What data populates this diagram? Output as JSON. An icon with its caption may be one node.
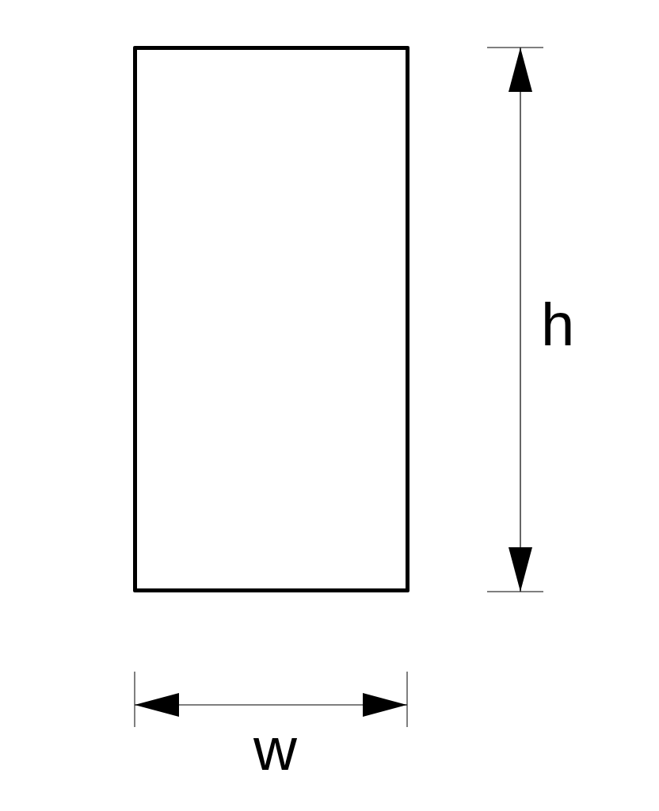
{
  "diagram": {
    "nodes": [
      {
        "text": [],
        "shape": "box"
      }
    ],
    "labels": [
      "h",
      "w"
    ]
  }
}
